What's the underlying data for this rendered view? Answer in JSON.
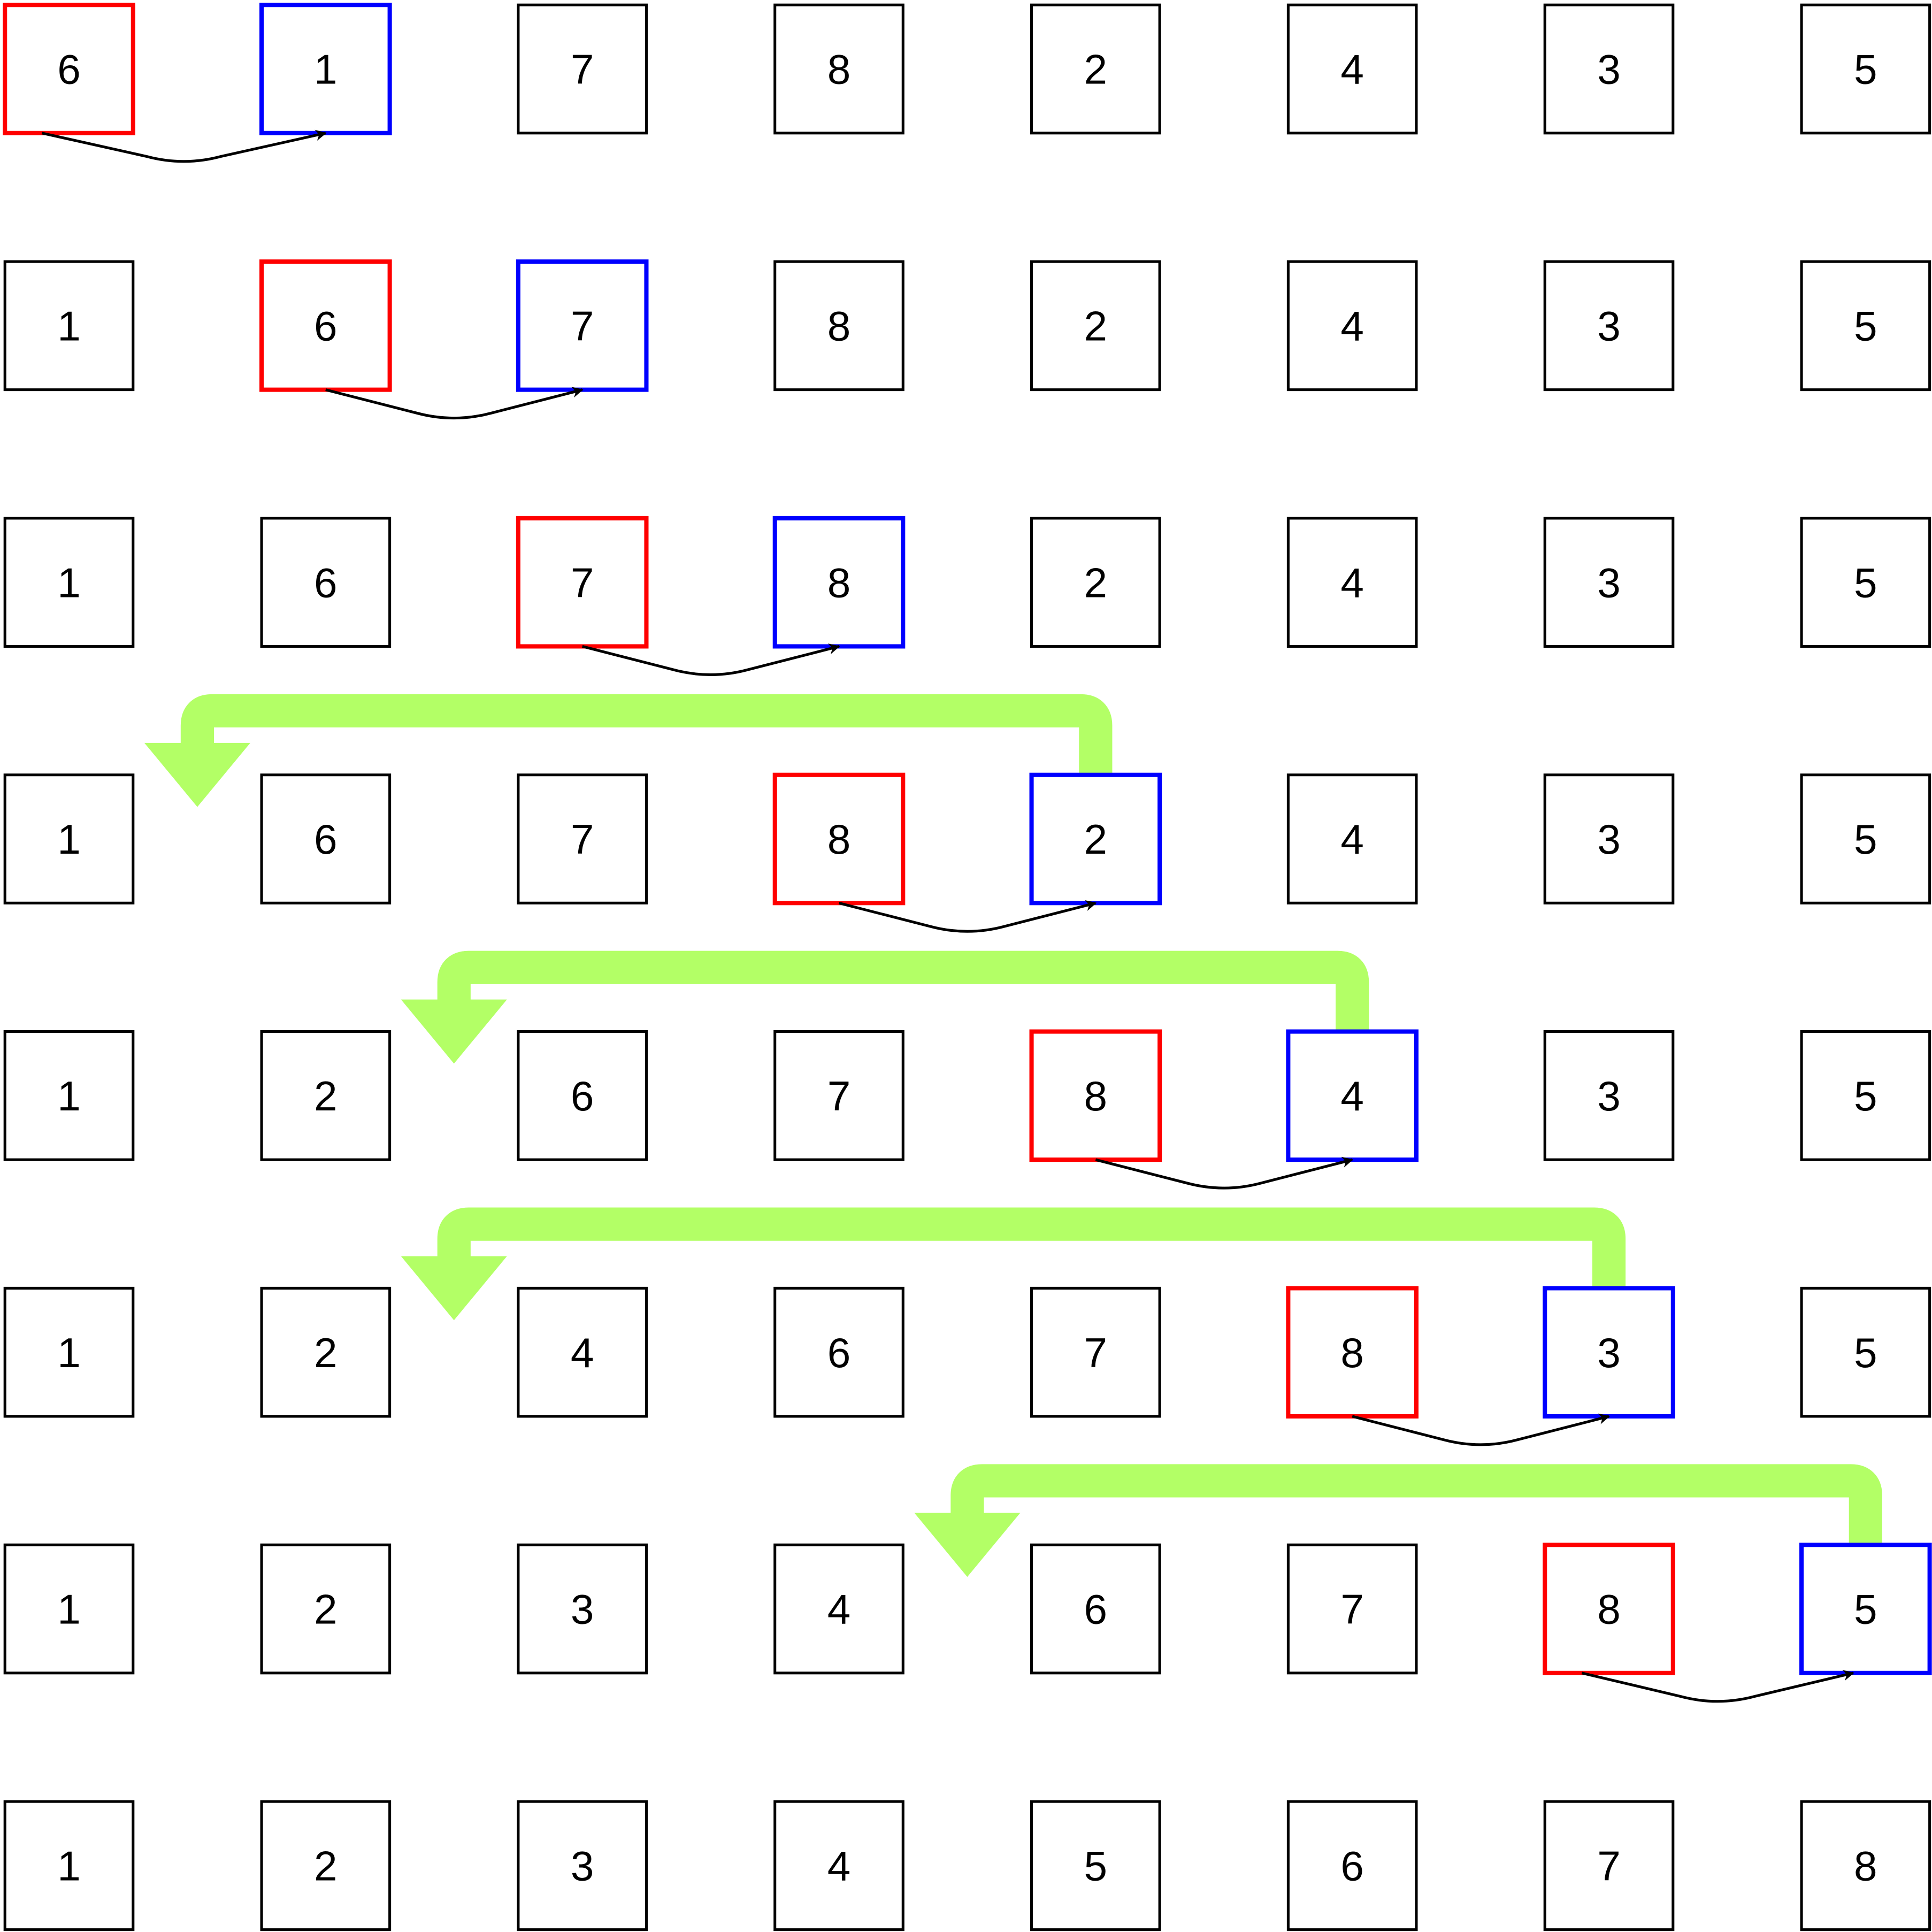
{
  "colors": {
    "default": "#000000",
    "current": "#ff0000",
    "next": "#0000ff",
    "insert_arrow": "#b3ff66",
    "step_arrow": "#000000"
  },
  "rows": [
    {
      "values": [
        "6",
        "1",
        "7",
        "8",
        "2",
        "4",
        "3",
        "5"
      ],
      "red": 0,
      "blue": 1,
      "insert_to": null
    },
    {
      "values": [
        "1",
        "6",
        "7",
        "8",
        "2",
        "4",
        "3",
        "5"
      ],
      "red": 1,
      "blue": 2,
      "insert_to": null
    },
    {
      "values": [
        "1",
        "6",
        "7",
        "8",
        "2",
        "4",
        "3",
        "5"
      ],
      "red": 2,
      "blue": 3,
      "insert_to": null
    },
    {
      "values": [
        "1",
        "6",
        "7",
        "8",
        "2",
        "4",
        "3",
        "5"
      ],
      "red": 3,
      "blue": 4,
      "insert_to": 1
    },
    {
      "values": [
        "1",
        "2",
        "6",
        "7",
        "8",
        "4",
        "3",
        "5"
      ],
      "red": 4,
      "blue": 5,
      "insert_to": 2
    },
    {
      "values": [
        "1",
        "2",
        "4",
        "6",
        "7",
        "8",
        "3",
        "5"
      ],
      "red": 5,
      "blue": 6,
      "insert_to": 2
    },
    {
      "values": [
        "1",
        "2",
        "3",
        "4",
        "6",
        "7",
        "8",
        "5"
      ],
      "red": 6,
      "blue": 7,
      "insert_to": 4
    },
    {
      "values": [
        "1",
        "2",
        "3",
        "4",
        "5",
        "6",
        "7",
        "8"
      ],
      "red": null,
      "blue": null,
      "insert_to": null
    }
  ]
}
